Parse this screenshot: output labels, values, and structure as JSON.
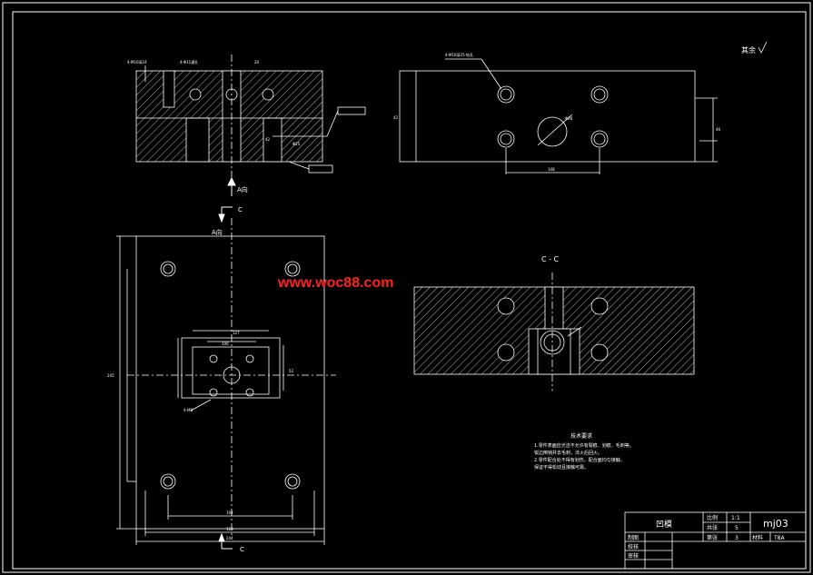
{
  "drawing": {
    "top_right_note": "其余",
    "watermark": "www.woc88.com",
    "view_a_arrow_label": "A向",
    "view_a_title": "A向",
    "section_marker": "C",
    "section_title": "C - C",
    "top_view_dims": [
      "4-M10深24",
      "4-Φ11通孔",
      "20",
      "42",
      "Φ25"
    ],
    "right_view_dims": [
      "4-M10深25-钻孔",
      "42",
      "46",
      "108",
      "Φ28"
    ],
    "plan_view_dims": [
      "4-M8",
      "127",
      "160",
      "244",
      "245",
      "194",
      "106",
      "52"
    ],
    "tech_requirements": {
      "title": "技术要求",
      "lines": [
        "1.零件表面应光洁不允许有裂痕、划痕、毛刺等。",
        "  锐边倒钝并去毛刺，淬火后回火。",
        "2.零件配合处不得有划伤，配合面均匀接触，",
        "  保证不得松动且接触可靠。"
      ]
    },
    "title_block": {
      "part_name": "凹模",
      "scale_label": "比例",
      "scale_value": "1:1",
      "drawing_no": "mj03",
      "qty_label": "共张",
      "qty_value": "5",
      "sheet_label": "第张",
      "sheet_value": "3",
      "material_label": "材料",
      "material_value": "T8A",
      "drawn_label": "制图",
      "checked_label": "校核",
      "approved_label": "审核"
    }
  },
  "colors": {
    "background": "#000000",
    "lines": "#ffffff",
    "watermark": "#ff2020"
  }
}
